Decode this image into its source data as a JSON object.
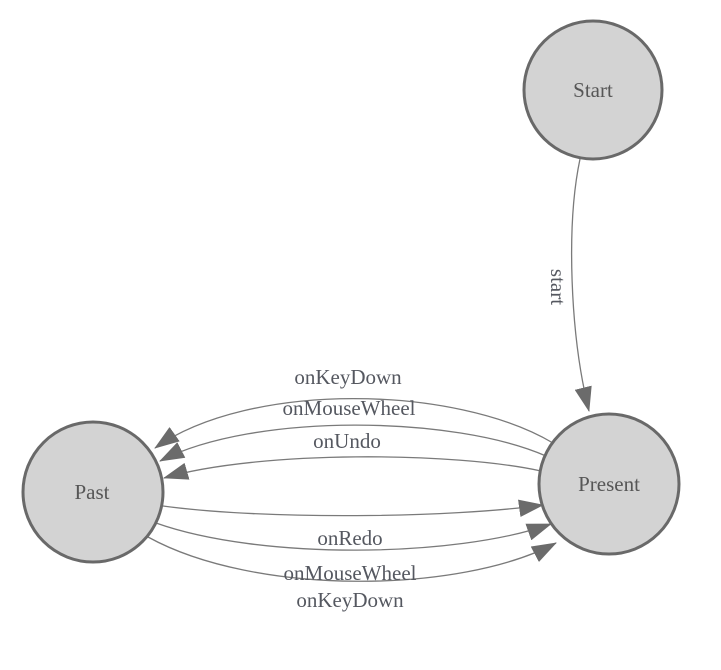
{
  "diagram": {
    "type": "state-machine",
    "background": "#ffffff",
    "colors": {
      "node_fill": "#d3d3d3",
      "node_stroke": "#696969",
      "edge_stroke": "#7a7a7a",
      "arrow_fill": "#6b6b6b",
      "node_label_color": "#565656",
      "edge_label_color": "#555860"
    },
    "nodes": [
      {
        "id": "start",
        "label": "Start"
      },
      {
        "id": "present",
        "label": "Present"
      },
      {
        "id": "past",
        "label": "Past"
      }
    ],
    "edges": [
      {
        "from": "start",
        "to": "present",
        "label": "start"
      },
      {
        "from": "present",
        "to": "past",
        "label": "onKeyDown"
      },
      {
        "from": "present",
        "to": "past",
        "label": "onMouseWheel"
      },
      {
        "from": "present",
        "to": "past",
        "label": "onUndo"
      },
      {
        "from": "past",
        "to": "present",
        "label": "onRedo"
      },
      {
        "from": "past",
        "to": "present",
        "label": "onMouseWheel"
      },
      {
        "from": "past",
        "to": "present",
        "label": "onKeyDown"
      }
    ]
  }
}
